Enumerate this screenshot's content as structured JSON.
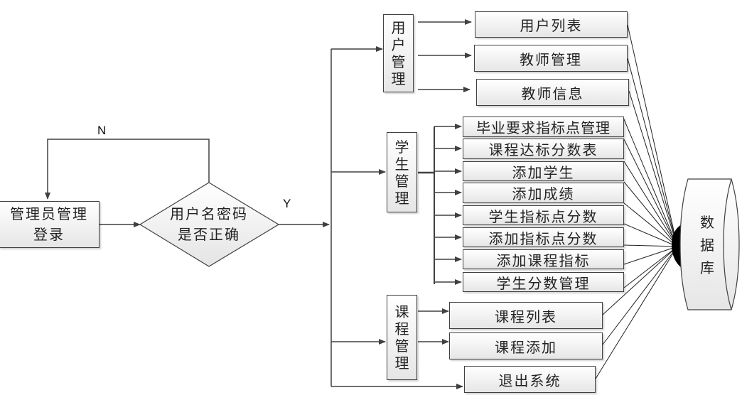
{
  "diagram": {
    "start": {
      "line1": "管理员管理",
      "line2": "登录"
    },
    "decision": {
      "line1": "用户名密码",
      "line2": "是否正确"
    },
    "labels": {
      "no": "N",
      "yes": "Y"
    },
    "groups": {
      "user_mgmt": {
        "chars": [
          "用",
          "户",
          "管",
          "理"
        ],
        "items": [
          "用户列表",
          "教师管理",
          "教师信息"
        ]
      },
      "student_mgmt": {
        "chars": [
          "学",
          "生",
          "管",
          "理"
        ],
        "items": [
          "毕业要求指标点管理",
          "课程达标分数表",
          "添加学生",
          "添加成绩",
          "学生指标点分数",
          "添加指标点分数",
          "添加课程指标",
          "学生分数管理"
        ]
      },
      "course_mgmt": {
        "chars": [
          "课",
          "程",
          "管",
          "理"
        ],
        "items": [
          "课程列表",
          "课程添加"
        ]
      }
    },
    "exit": "退出系统",
    "database": {
      "chars": [
        "数",
        "据",
        "库"
      ]
    }
  }
}
